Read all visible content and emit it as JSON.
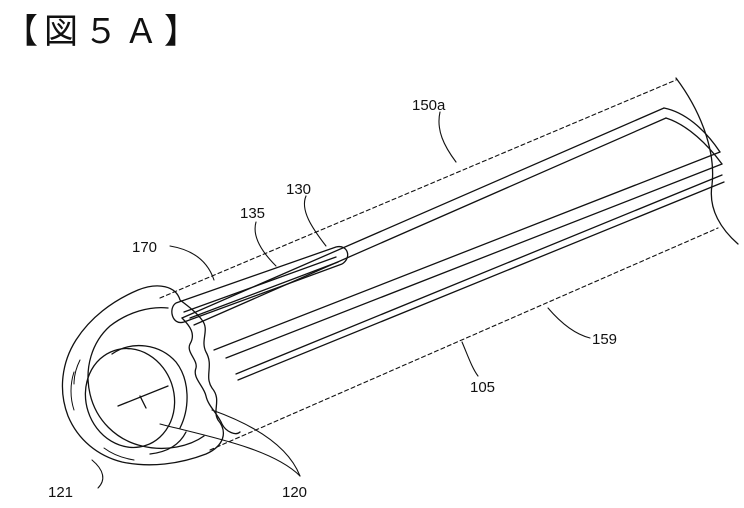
{
  "figure": {
    "title": "【図５Ａ】"
  },
  "labels": {
    "l150a": "150a",
    "l130": "130",
    "l135": "135",
    "l170": "170",
    "l159": "159",
    "l105": "105",
    "l121": "121",
    "l120": "120"
  }
}
